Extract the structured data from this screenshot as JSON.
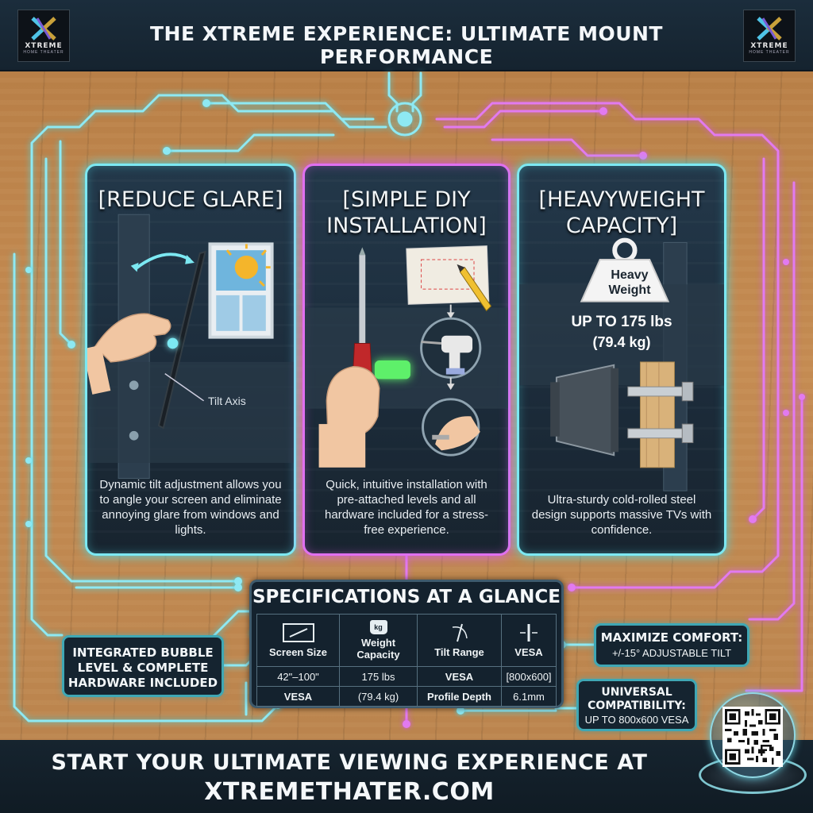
{
  "header": {
    "title": "THE XTREME EXPERIENCE: ULTIMATE MOUNT PERFORMANCE",
    "logo_left": {
      "brand": "XTREME",
      "sub": "HOME THEATER"
    },
    "logo_right": {
      "brand": "XTREME",
      "sub": "HOME THEATER"
    }
  },
  "panels": [
    {
      "title": "[REDUCE GLARE]",
      "label": "Tilt Axis",
      "description": "Dynamic tilt adjustment allows you to angle your screen and eliminate annoying glare from windows and lights.",
      "accent": "#7ce8f2"
    },
    {
      "title": "[SIMPLE DIY INSTALLATION]",
      "description": "Quick, intuitive installation with pre-attached levels and all hardware included for a stress-free experience.",
      "accent": "#e070f0"
    },
    {
      "title": "[HEAVYWEIGHT CAPACITY]",
      "weight_badge": "Heavy Weight",
      "capacity": "UP TO 175 lbs",
      "capacity_metric": "(79.4 kg)",
      "description": "Ultra-sturdy cold-rolled steel design supports massive TVs with confidence.",
      "accent": "#7ce8f2"
    }
  ],
  "specs": {
    "title": "SPECIFICATIONS AT A GLANCE",
    "headers": [
      "Screen Size",
      "Weight Capacity",
      "Tilt Range",
      "VESA"
    ],
    "weight_icon_text": "kg",
    "rows": [
      [
        "42\"–100\"",
        "175 lbs",
        "VESA",
        "[800x600]"
      ],
      [
        "VESA",
        "(79.4 kg)",
        "Profile Depth",
        "6.1mm"
      ]
    ]
  },
  "callouts": {
    "left": "INTEGRATED BUBBLE LEVEL & COMPLETE HARDWARE INCLUDED",
    "right1_title": "MAXIMIZE COMFORT:",
    "right1_text": "+/-15° ADJUSTABLE TILT",
    "right2_title": "UNIVERSAL COMPATIBILITY:",
    "right2_text": "UP TO 800x600 VESA"
  },
  "footer": {
    "line1": "START YOUR ULTIMATE VIEWING EXPERIENCE AT",
    "line2": "XTREMETHATER.COM"
  },
  "colors": {
    "cyan_glow": "#7ce8f2",
    "pink_glow": "#e070f0",
    "panel_bg": "#1c2c3b",
    "header_bg": "#1b2d3c",
    "wood_floor": "#c48b52"
  },
  "icons": [
    "x-logo-icon",
    "sun-icon",
    "window-icon",
    "screwdriver-icon",
    "drill-icon",
    "pencil-icon",
    "weight-icon",
    "bolt-icon",
    "screen-size-icon",
    "tilt-icon",
    "vesa-icon",
    "qr-code-icon"
  ]
}
